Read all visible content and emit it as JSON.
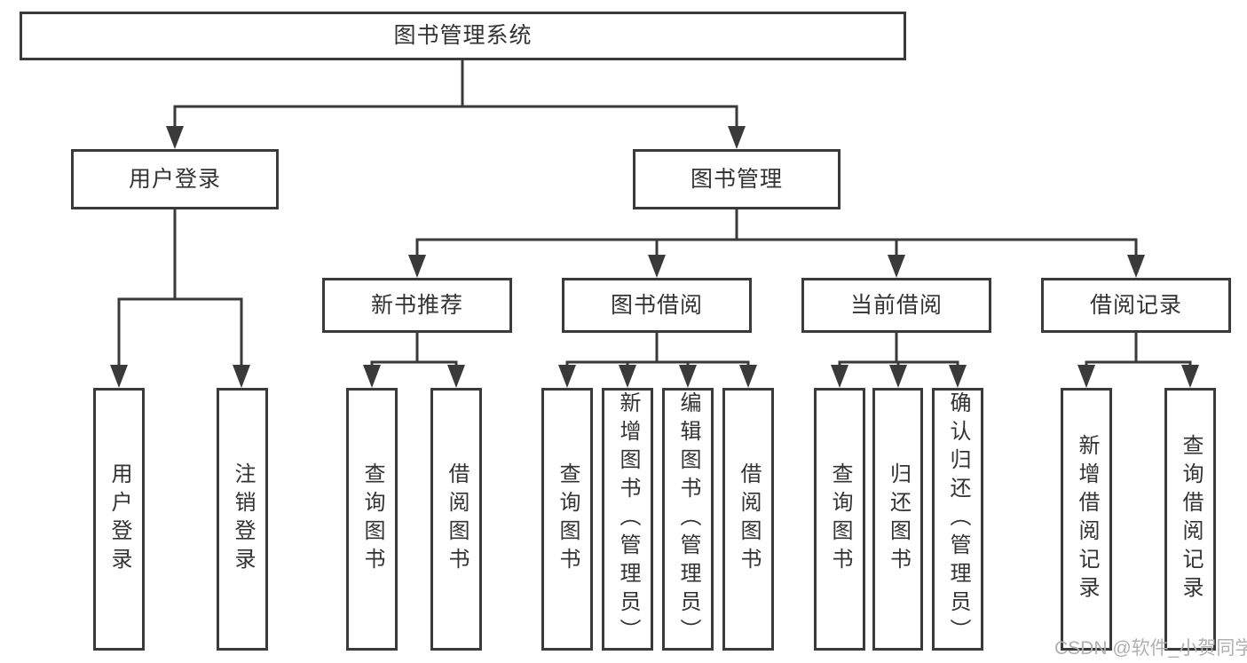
{
  "diagram": {
    "root": {
      "label": "图书管理系统"
    },
    "branches": {
      "user_login": {
        "label": "用户登录",
        "children": [
          {
            "label": "用户登录"
          },
          {
            "label": "注销登录"
          }
        ]
      },
      "book_mgmt": {
        "label": "图书管理"
      },
      "new_books": {
        "label": "新书推荐",
        "children": [
          {
            "label": "查询图书"
          },
          {
            "label": "借阅图书"
          }
        ]
      },
      "book_borrow": {
        "label": "图书借阅",
        "children": [
          {
            "label": "查询图书"
          },
          {
            "label": "新增图书（管理员）"
          },
          {
            "label": "编辑图书（管理员）"
          },
          {
            "label": "借阅图书"
          }
        ]
      },
      "current_borrow": {
        "label": "当前借阅",
        "children": [
          {
            "label": "查询图书"
          },
          {
            "label": "归还图书"
          },
          {
            "label": "确认归还（管理员）"
          }
        ]
      },
      "borrow_records": {
        "label": "借阅记录",
        "children": [
          {
            "label": "新增借阅记录"
          },
          {
            "label": "查询借阅记录"
          }
        ]
      }
    }
  },
  "watermark": {
    "text": "CSDN @软件_小贺同学"
  },
  "colors": {
    "line": "#3a3a3a",
    "text": "#333333",
    "watermark": "#b0b0b0",
    "background": "#ffffff"
  }
}
